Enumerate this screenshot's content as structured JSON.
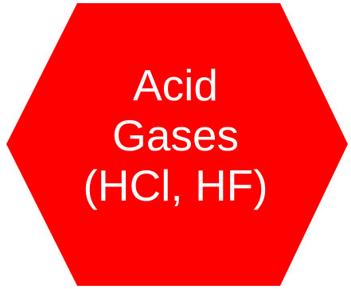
{
  "shape": {
    "kind": "hexagon",
    "fill_color": "#ff0000",
    "text_color": "#ffffff",
    "lines": [
      "Acid",
      "Gases",
      "(HCl, HF)"
    ]
  }
}
